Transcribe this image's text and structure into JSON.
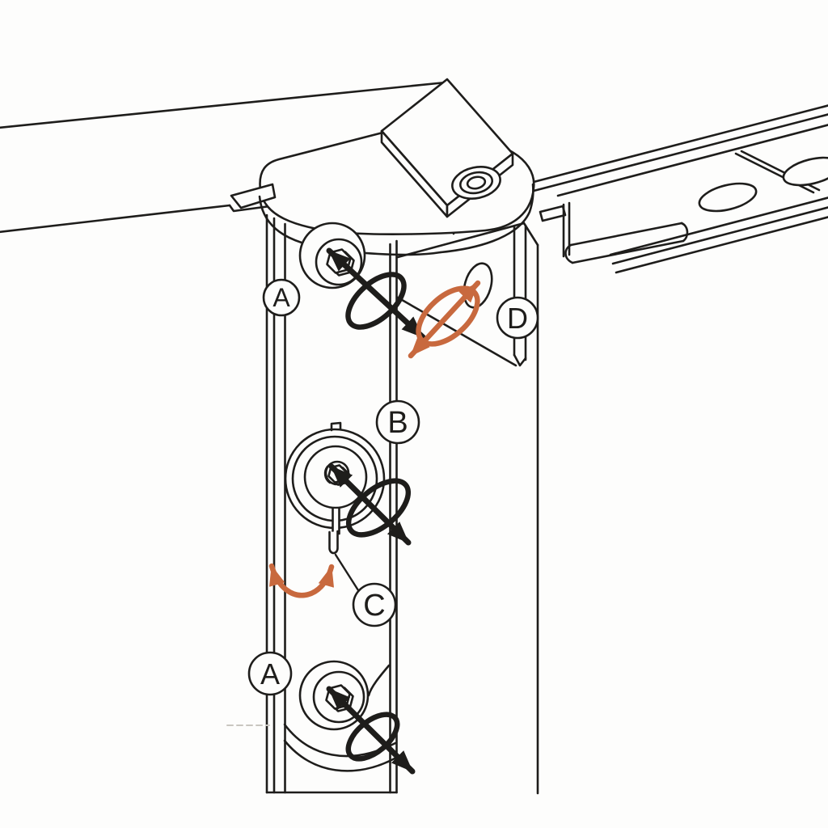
{
  "labels": {
    "a_top": "A",
    "b": "B",
    "c": "C",
    "d": "D",
    "a_bottom": "A"
  },
  "colors": {
    "ink": "#1e1d1b",
    "accent": "#c8693e",
    "paper": "#fdfdfc"
  }
}
